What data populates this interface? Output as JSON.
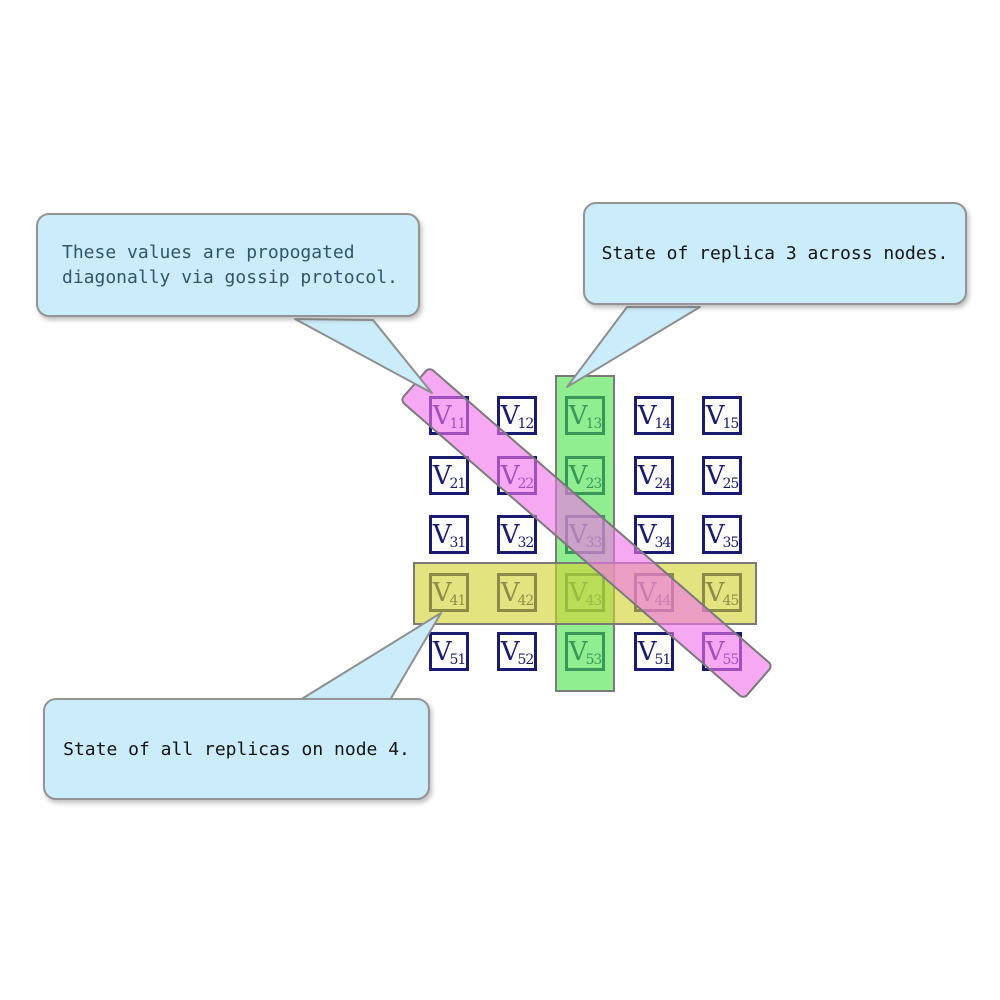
{
  "canvas": {
    "background": "#ffffff"
  },
  "callouts": [
    {
      "id": "gossip",
      "lines": [
        "These values are propogated",
        "diagonally via gossip protocol."
      ],
      "text_color": "#31566a",
      "fill": "#cbecfa",
      "border_color": "#949494"
    },
    {
      "id": "replica",
      "lines": [
        "State of replica 3 across nodes."
      ],
      "text_color": "#141414",
      "fill": "#cbecfa",
      "border_color": "#949494"
    },
    {
      "id": "node",
      "lines": [
        "State of all replicas on node 4."
      ],
      "text_color": "#141414",
      "fill": "#cbecfa",
      "border_color": "#949494"
    }
  ],
  "matrix": {
    "symbol": "V",
    "rows": [
      [
        "11",
        "12",
        "13",
        "14",
        "15"
      ],
      [
        "21",
        "22",
        "23",
        "24",
        "25"
      ],
      [
        "31",
        "32",
        "33",
        "34",
        "35"
      ],
      [
        "41",
        "42",
        "43",
        "44",
        "45"
      ],
      [
        "51",
        "52",
        "53",
        "51",
        "55"
      ]
    ],
    "cell_border_color": "#1a1a70",
    "cell_text_color": "#1a1a70",
    "cell_fill": "#ffffff"
  },
  "bands": {
    "green": {
      "label": "replica-3-column",
      "color": "rgba(76,227,76,0.62)",
      "border_color": "#7a7a7a"
    },
    "yellow": {
      "label": "node-4-row",
      "color": "rgba(210,210,50,0.62)",
      "border_color": "#7a7a7a"
    },
    "pink": {
      "label": "diagonal-gossip",
      "color": "rgba(242,115,235,0.62)",
      "border_color": "#7a7a7a"
    }
  }
}
